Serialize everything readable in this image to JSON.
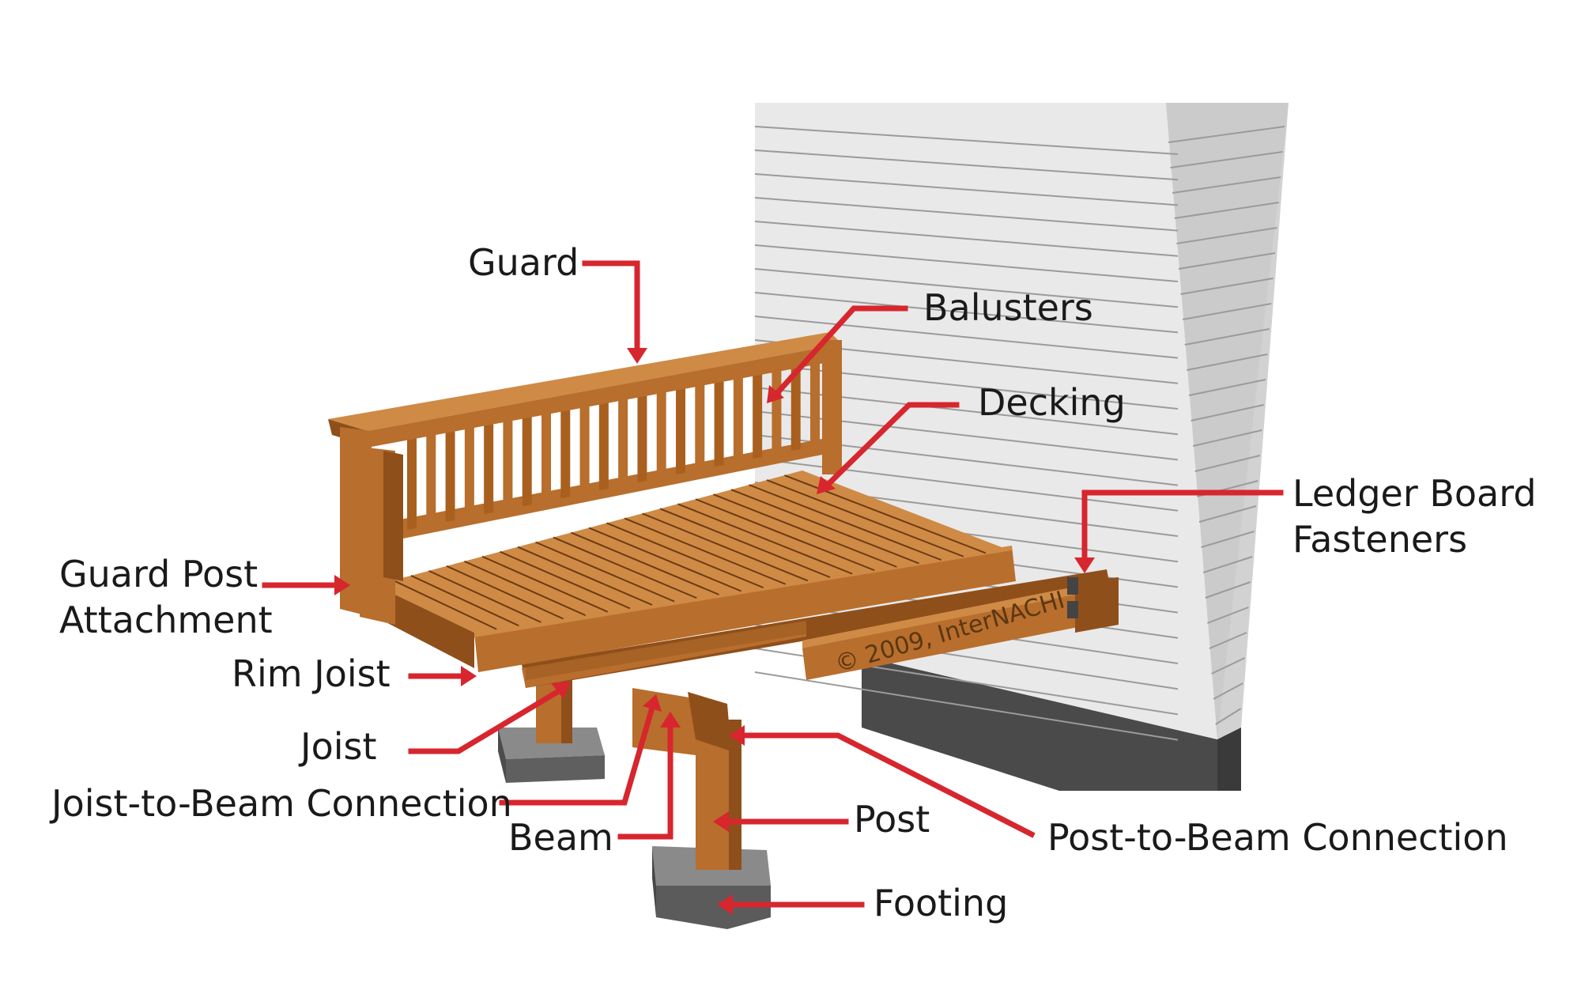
{
  "labels": {
    "guard": "Guard",
    "balusters": "Balusters",
    "decking": "Decking",
    "ledger_line1": "Ledger Board",
    "ledger_line2": "Fasteners",
    "guard_post_line1": "Guard Post",
    "guard_post_line2": "Attachment",
    "rim_joist": "Rim Joist",
    "joist": "Joist",
    "joist_to_beam": "Joist-to-Beam Connection",
    "beam": "Beam",
    "post": "Post",
    "post_to_beam": "Post-to-Beam Connection",
    "footing": "Footing"
  },
  "watermark": "© 2009, InterNACHI",
  "colors": {
    "callout": "#d7262e",
    "wood": "#b86e2c",
    "siding": "#e6e6e6",
    "concrete": "#6b6b6b"
  }
}
